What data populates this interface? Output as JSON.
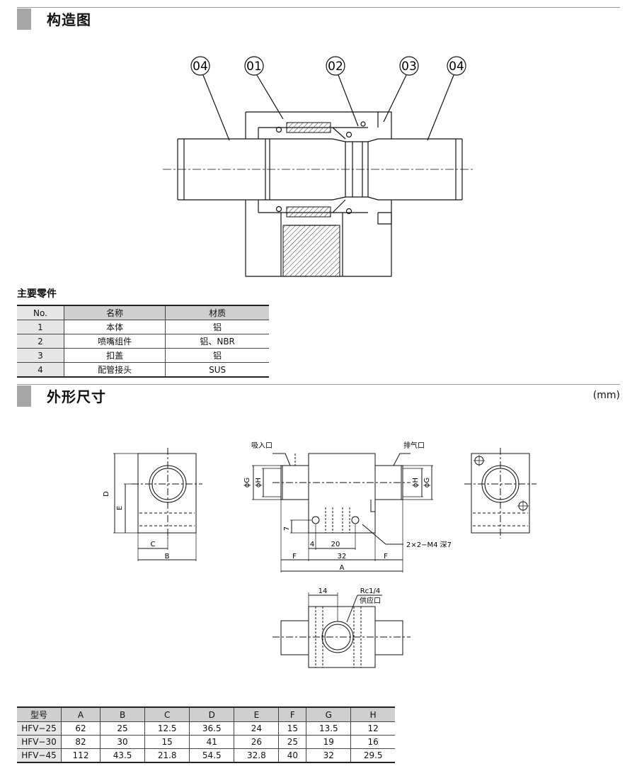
{
  "section1": {
    "title": "构造图"
  },
  "callouts": [
    "04",
    "01",
    "02",
    "03",
    "04"
  ],
  "parts": {
    "title": "主要零件",
    "headers": [
      "No.",
      "名称",
      "材质"
    ],
    "rows": [
      [
        "1",
        "本体",
        "铝"
      ],
      [
        "2",
        "喷嘴组件",
        "铝、NBR"
      ],
      [
        "3",
        "扣盖",
        "铝"
      ],
      [
        "4",
        "配管接头",
        "SUS"
      ]
    ]
  },
  "section2": {
    "title": "外形尺寸",
    "unit": "(mm)"
  },
  "drawing": {
    "inlet": "吸入口",
    "exhaust": "排气口",
    "tap": "2×2−M4 深7",
    "supply_size": "Rc1/4",
    "supply": "供应口",
    "dim_D": "D",
    "dim_E": "E",
    "dim_C": "C",
    "dim_B": "B",
    "dim_G": "ϕG",
    "dim_H": "ϕH",
    "dim_7": "7",
    "dim_4": "4",
    "dim_20": "20",
    "dim_32": "32",
    "dim_F": "F",
    "dim_A": "A",
    "dim_14": "14"
  },
  "dims": {
    "headers": [
      "型号",
      "A",
      "B",
      "C",
      "D",
      "E",
      "F",
      "G",
      "H"
    ],
    "rows": [
      [
        "HFV−25",
        "62",
        "25",
        "12.5",
        "36.5",
        "24",
        "15",
        "13.5",
        "12"
      ],
      [
        "HFV−30",
        "82",
        "30",
        "15",
        "41",
        "26",
        "25",
        "19",
        "16"
      ],
      [
        "HFV−45",
        "112",
        "43.5",
        "21.8",
        "54.5",
        "32.8",
        "40",
        "32",
        "29.5"
      ]
    ]
  }
}
